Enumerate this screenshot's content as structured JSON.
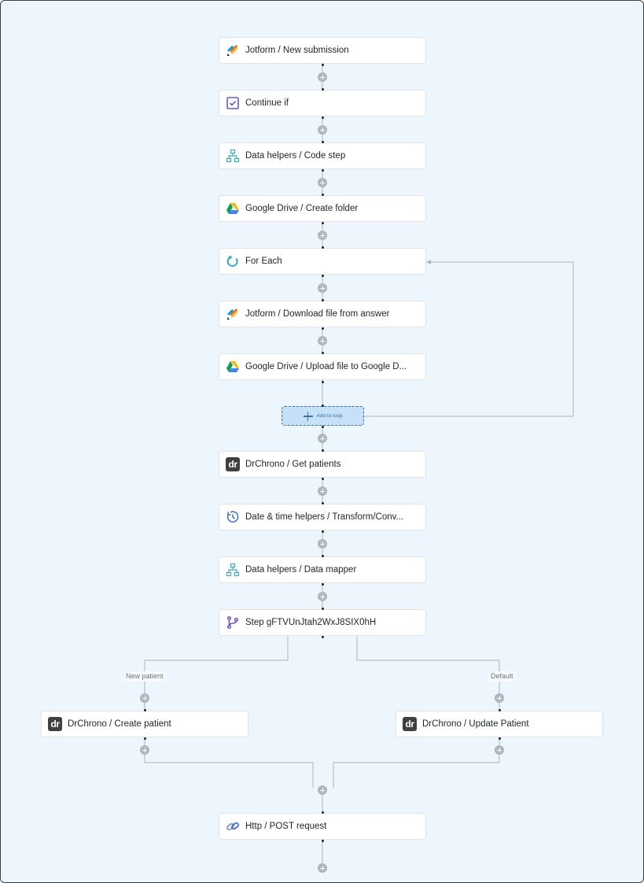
{
  "steps": [
    {
      "label": "Jotform / New submission",
      "icon": "jotform-icon"
    },
    {
      "label": "Continue if",
      "icon": "checkbox-icon"
    },
    {
      "label": "Data helpers / Code step",
      "icon": "data-helpers-icon"
    },
    {
      "label": "Google Drive / Create folder",
      "icon": "google-drive-icon"
    },
    {
      "label": "For Each",
      "icon": "loop-icon"
    },
    {
      "label": "Jotform / Download file from answer",
      "icon": "jotform-icon"
    },
    {
      "label": "Google Drive / Upload file to Google D...",
      "icon": "google-drive-icon"
    },
    {
      "label": "DrChrono / Get patients",
      "icon": "drchrono-icon"
    },
    {
      "label": "Date & time helpers / Transform/Conv...",
      "icon": "clock-icon"
    },
    {
      "label": "Data helpers / Data mapper",
      "icon": "data-helpers-icon"
    },
    {
      "label": "Step gFTVUnJtah2WxJ8SIX0hH",
      "icon": "branch-icon"
    },
    {
      "label": "DrChrono / Create patient",
      "icon": "drchrono-icon"
    },
    {
      "label": "DrChrono / Update Patient",
      "icon": "drchrono-icon"
    },
    {
      "label": "Http / POST request",
      "icon": "link-icon"
    }
  ],
  "loop": {
    "add_label": "Add to loop"
  },
  "branches": {
    "left": "New patient",
    "right": "Default"
  },
  "drchrono_icon_text": "dr",
  "colors": {
    "canvas": "#edf6fd",
    "wire": "#aab4be",
    "loop_accent": "#3d6fa8",
    "plus": "#aeb6bf"
  }
}
